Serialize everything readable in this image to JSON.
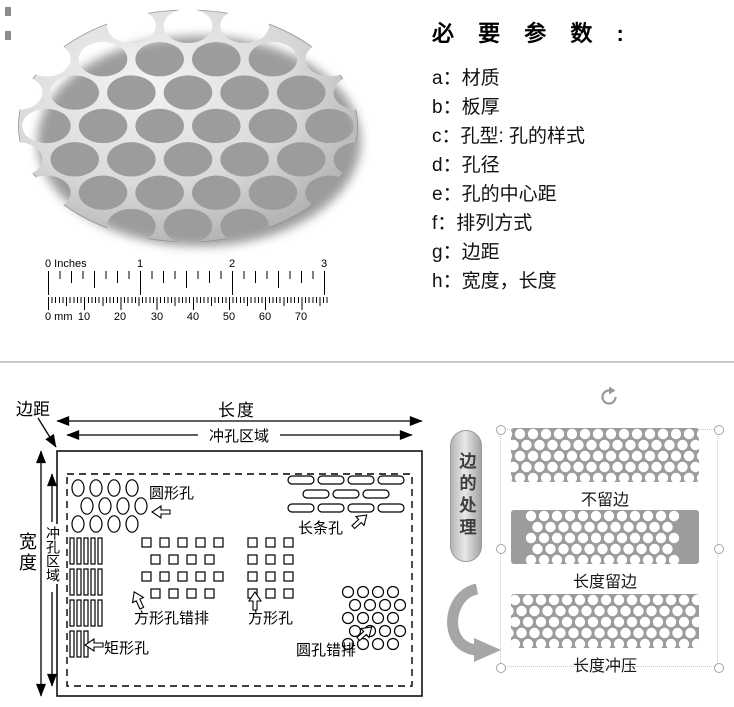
{
  "photo": {
    "ruler": {
      "top_zero": "0 Inches",
      "inches": [
        "1",
        "2",
        "3"
      ],
      "bottom_zero": "0 mm",
      "mm": [
        "10",
        "20",
        "30",
        "40",
        "50",
        "60",
        "70"
      ]
    }
  },
  "params": {
    "title": "必 要 参 数 :",
    "items": [
      "a：材质",
      "b：板厚",
      "c：孔型: 孔的样式",
      "d：孔径",
      "e：孔的中心距",
      "f：排列方式",
      "g：边距",
      "h：宽度，长度"
    ]
  },
  "diagram": {
    "margin": "边距",
    "length": "长度",
    "punch_area_h": "冲孔区域",
    "width": "宽度",
    "punch_area_v": "冲孔区域",
    "labels": {
      "round": "圆形孔",
      "slot": "长条孔",
      "square_staggered": "方形孔错排",
      "square": "方形孔",
      "rect": "矩形孔",
      "round_staggered": "圆孔错排"
    }
  },
  "edge": {
    "title": "边的处理",
    "panels": [
      "不留边",
      "长度留边",
      "长度冲压"
    ]
  },
  "colors": {
    "panel_grey": "#9c9c9c",
    "pill_grey": "#c9c9c9",
    "divider_grey": "#c9c9c9",
    "line_black": "#000000"
  }
}
